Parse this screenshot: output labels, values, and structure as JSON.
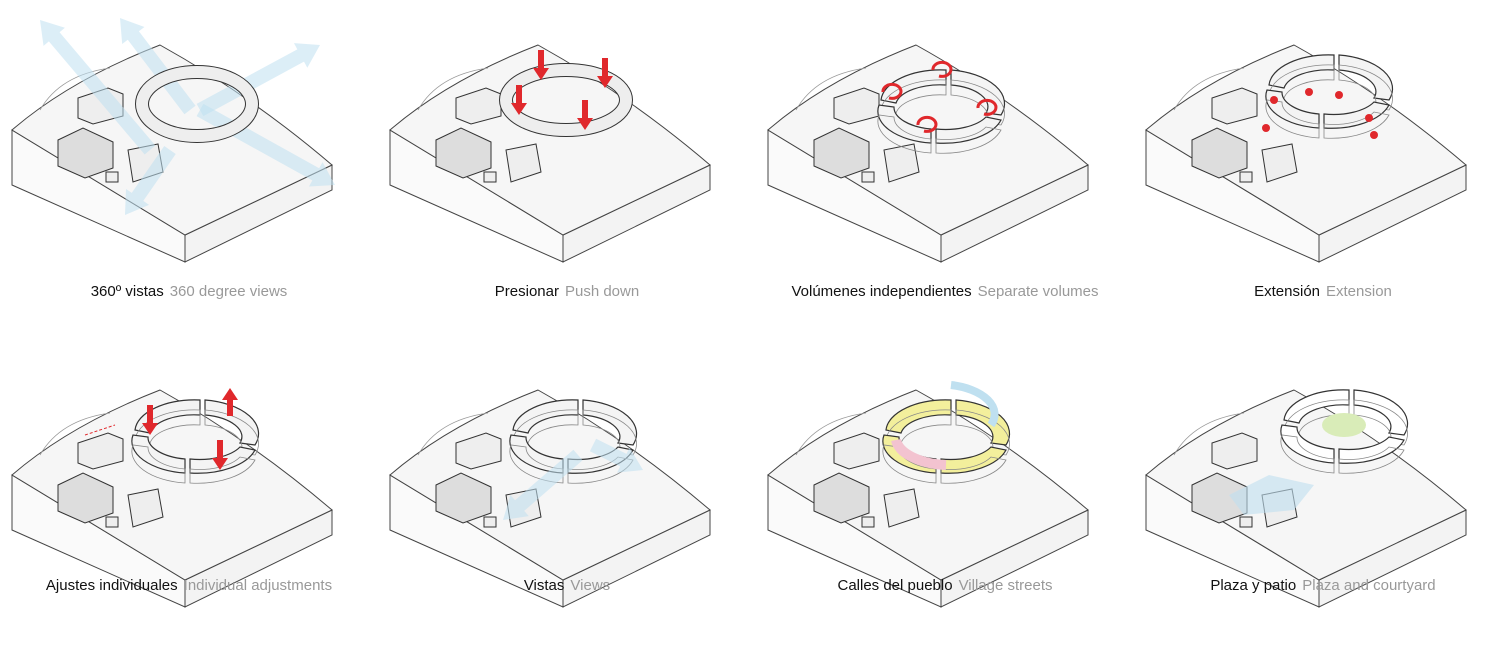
{
  "colors": {
    "accent_red": "#e0282c",
    "view_blue": "#bfe0f0",
    "street_yellow": "#f3ef9c",
    "street_pink": "#f3c3d0",
    "street_blue": "#bfe0f0",
    "plaza_green": "#d9ecb8"
  },
  "panels": [
    {
      "es": "360º vistas",
      "en": "360 degree views"
    },
    {
      "es": "Presionar",
      "en": "Push down"
    },
    {
      "es": "Volúmenes independientes",
      "en": "Separate volumes"
    },
    {
      "es": "Extensión",
      "en": "Extension"
    },
    {
      "es": "Ajustes individuales",
      "en": "Individual adjustments"
    },
    {
      "es": "Vistas",
      "en": "Views"
    },
    {
      "es": "Calles del pueblo",
      "en": "Village streets"
    },
    {
      "es": "Plaza y patio",
      "en": "Plaza and courtyard"
    }
  ]
}
